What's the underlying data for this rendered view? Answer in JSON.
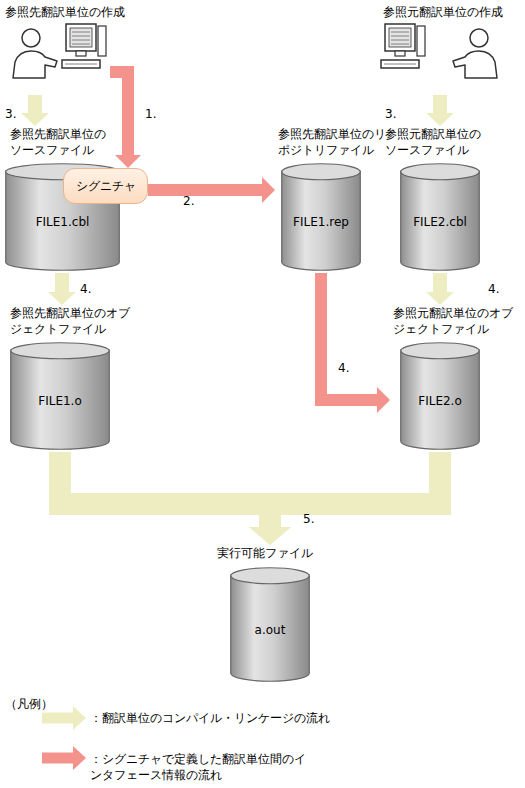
{
  "diagram": {
    "nodes": [
      {
        "text": [
          "参照先翻訳単位の作成"
        ]
      },
      {
        "text": [
          "参照元翻訳単位の作成"
        ]
      },
      {
        "text": [
          "参照先翻訳単位のソースファイル",
          "FILE1.cbl"
        ]
      },
      {
        "text": [
          "シグニチャ"
        ],
        "in": 2
      },
      {
        "text": [
          "参照先翻訳単位のリポジトリファイル",
          "FILE1.rep"
        ]
      },
      {
        "text": [
          "参照元翻訳単位のソースファイル",
          "FILE2.cbl"
        ]
      },
      {
        "text": [
          "参照先翻訳単位のオブジェクトファイル",
          "FILE1.o"
        ]
      },
      {
        "text": [
          "参照元翻訳単位のオブジェクトファイル",
          "FILE2.o"
        ]
      },
      {
        "text": [
          "実行可能ファイル",
          "a.out"
        ]
      }
    ],
    "edges": [
      {
        "from": 0,
        "to": 2,
        "label": "3.",
        "arrow": "to"
      },
      {
        "from": 0,
        "to": 3,
        "label": "1.",
        "arrow": "to"
      },
      {
        "from": 3,
        "to": 4,
        "label": "2.",
        "arrow": "to"
      },
      {
        "from": 2,
        "to": 6,
        "label": "4.",
        "arrow": "to"
      },
      {
        "from": 4,
        "to": 7,
        "label": "4.",
        "arrow": "to"
      },
      {
        "from": 1,
        "to": 5,
        "label": "3.",
        "arrow": "to"
      },
      {
        "from": 5,
        "to": 7,
        "label": "4.",
        "arrow": "to"
      },
      {
        "from": 6,
        "to": 8,
        "label": "5.",
        "arrow": "to"
      },
      {
        "from": 7,
        "to": 8,
        "arrow": "to"
      }
    ],
    "labels": [
      "（凡例）"
    ],
    "legend": [
      {
        "text": "：翻訳単位のコンパイル・リンケージの流れ",
        "color": "#eeedc2"
      },
      {
        "text": "：シグニチャで定義した翻訳単位間のインタフェース情報の流れ",
        "color": "#f4928c"
      }
    ]
  }
}
